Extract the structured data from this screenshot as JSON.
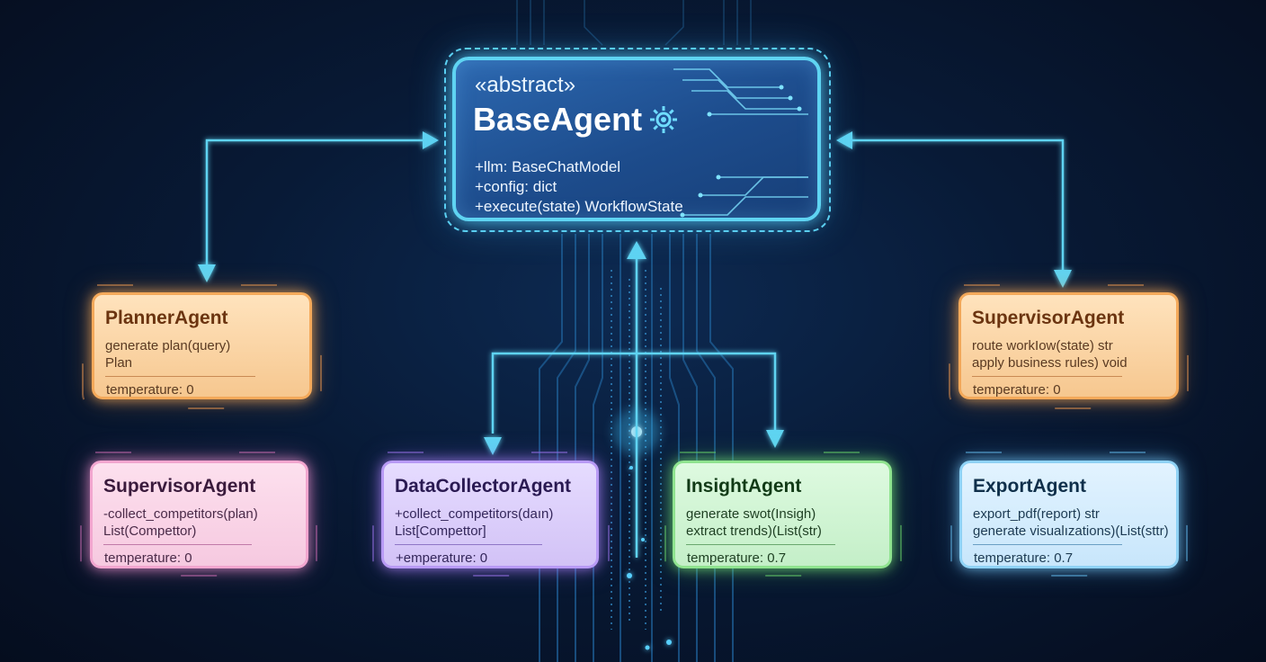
{
  "base": {
    "stereotype": "«abstract»",
    "name": "BaseAgent",
    "members": [
      "+llm: BaseChatModel",
      "+config: dict",
      "+execute(state) WorkflowState"
    ]
  },
  "cards": {
    "planner": {
      "name": "PlannerAgent",
      "m1": "generate plan(query)",
      "m2": "Plan",
      "temp": "temperature: 0"
    },
    "supervisor_right": {
      "name": "SupervisorAgent",
      "m1": "route workIow(state) str",
      "m2": "apply business rules) void",
      "temp": "temperature: 0"
    },
    "supervisor_left": {
      "name": "SupervisorAgent",
      "m1": "-collect_competitors(plan)",
      "m2": "List(Compettor)",
      "temp": "temperature: 0"
    },
    "datacollector": {
      "name": "DataCollectorAgent",
      "m1": "+collect_competitors(daın)",
      "m2": "List[Compettor]",
      "temp": "+emperature: 0"
    },
    "insight": {
      "name": "InsightAgent",
      "m1": "generate swot(Insigh)",
      "m2": "extract trends)(List(str)",
      "temp": "temperature: 0.7"
    },
    "export": {
      "name": "ExportAgent",
      "m1": "export_pdf(report) str",
      "m2": "generate visualızations)(List(sttr)",
      "temp": "temperature: 0.7"
    }
  },
  "colors": {
    "connector": "#5fd4f2",
    "orange": "#f4a95a",
    "pink": "#f2a6cf",
    "purple": "#b89af5",
    "green": "#8fe38f",
    "blue": "#8fd2f5"
  }
}
